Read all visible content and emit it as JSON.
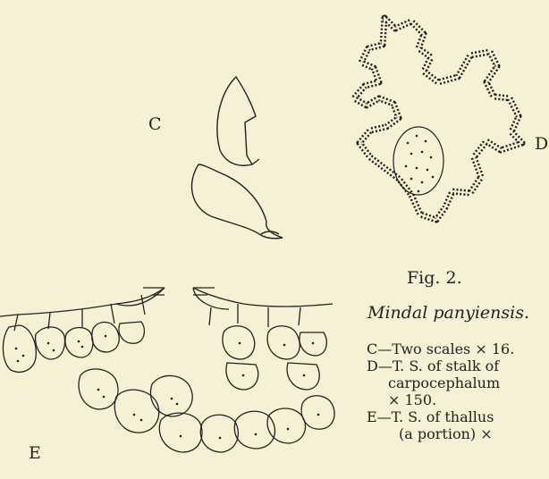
{
  "figure": {
    "number": "Fig. 2.",
    "species": "Mindal panyiensis.",
    "panel_labels": {
      "c": "C",
      "d": "D",
      "e": "E"
    }
  },
  "legend": {
    "c_line1": "C—Two scales × 16.",
    "d_line1": "D—T. S. of stalk of",
    "d_line2": "carpocephalum",
    "d_line3": "× 150.",
    "e_line1": "E—T. S. of thallus",
    "e_line2": "(a portion) ×"
  }
}
